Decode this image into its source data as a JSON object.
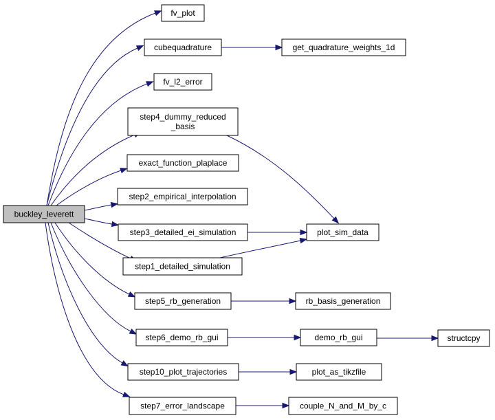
{
  "graph": {
    "root": {
      "id": "buckley_leverett",
      "label": "buckley_leverett"
    },
    "nodes": [
      {
        "id": "fv_plot",
        "label": "fv_plot"
      },
      {
        "id": "cubequadrature",
        "label": "cubequadrature"
      },
      {
        "id": "get_quadrature_weights_1d",
        "label": "get_quadrature_weights_1d"
      },
      {
        "id": "fv_l2_error",
        "label": "fv_l2_error"
      },
      {
        "id": "step4_dummy_reduced_basis",
        "label": "step4_dummy_reduced\n_basis"
      },
      {
        "id": "exact_function_plaplace",
        "label": "exact_function_plaplace"
      },
      {
        "id": "step2_empirical_interpolation",
        "label": "step2_empirical_interpolation"
      },
      {
        "id": "step3_detailed_ei_simulation",
        "label": "step3_detailed_ei_simulation"
      },
      {
        "id": "plot_sim_data",
        "label": "plot_sim_data"
      },
      {
        "id": "step1_detailed_simulation",
        "label": "step1_detailed_simulation"
      },
      {
        "id": "step5_rb_generation",
        "label": "step5_rb_generation"
      },
      {
        "id": "rb_basis_generation",
        "label": "rb_basis_generation"
      },
      {
        "id": "step6_demo_rb_gui",
        "label": "step6_demo_rb_gui"
      },
      {
        "id": "demo_rb_gui",
        "label": "demo_rb_gui"
      },
      {
        "id": "structcpy",
        "label": "structcpy"
      },
      {
        "id": "step10_plot_trajectories",
        "label": "step10_plot_trajectories"
      },
      {
        "id": "plot_as_tikzfile",
        "label": "plot_as_tikzfile"
      },
      {
        "id": "step7_error_landscape",
        "label": "step7_error_landscape"
      },
      {
        "id": "couple_N_and_M_by_c",
        "label": "couple_N_and_M_by_c"
      }
    ],
    "edges": [
      {
        "from": "buckley_leverett",
        "to": "fv_plot"
      },
      {
        "from": "buckley_leverett",
        "to": "cubequadrature"
      },
      {
        "from": "buckley_leverett",
        "to": "fv_l2_error"
      },
      {
        "from": "buckley_leverett",
        "to": "step4_dummy_reduced_basis"
      },
      {
        "from": "buckley_leverett",
        "to": "exact_function_plaplace"
      },
      {
        "from": "buckley_leverett",
        "to": "step2_empirical_interpolation"
      },
      {
        "from": "buckley_leverett",
        "to": "step3_detailed_ei_simulation"
      },
      {
        "from": "buckley_leverett",
        "to": "step1_detailed_simulation"
      },
      {
        "from": "buckley_leverett",
        "to": "step5_rb_generation"
      },
      {
        "from": "buckley_leverett",
        "to": "step6_demo_rb_gui"
      },
      {
        "from": "buckley_leverett",
        "to": "step10_plot_trajectories"
      },
      {
        "from": "buckley_leverett",
        "to": "step7_error_landscape"
      },
      {
        "from": "cubequadrature",
        "to": "get_quadrature_weights_1d"
      },
      {
        "from": "step4_dummy_reduced_basis",
        "to": "plot_sim_data"
      },
      {
        "from": "step3_detailed_ei_simulation",
        "to": "plot_sim_data"
      },
      {
        "from": "step1_detailed_simulation",
        "to": "plot_sim_data"
      },
      {
        "from": "step5_rb_generation",
        "to": "rb_basis_generation"
      },
      {
        "from": "step6_demo_rb_gui",
        "to": "demo_rb_gui"
      },
      {
        "from": "demo_rb_gui",
        "to": "structcpy"
      },
      {
        "from": "step10_plot_trajectories",
        "to": "plot_as_tikzfile"
      },
      {
        "from": "step7_error_landscape",
        "to": "couple_N_and_M_by_c"
      }
    ]
  }
}
